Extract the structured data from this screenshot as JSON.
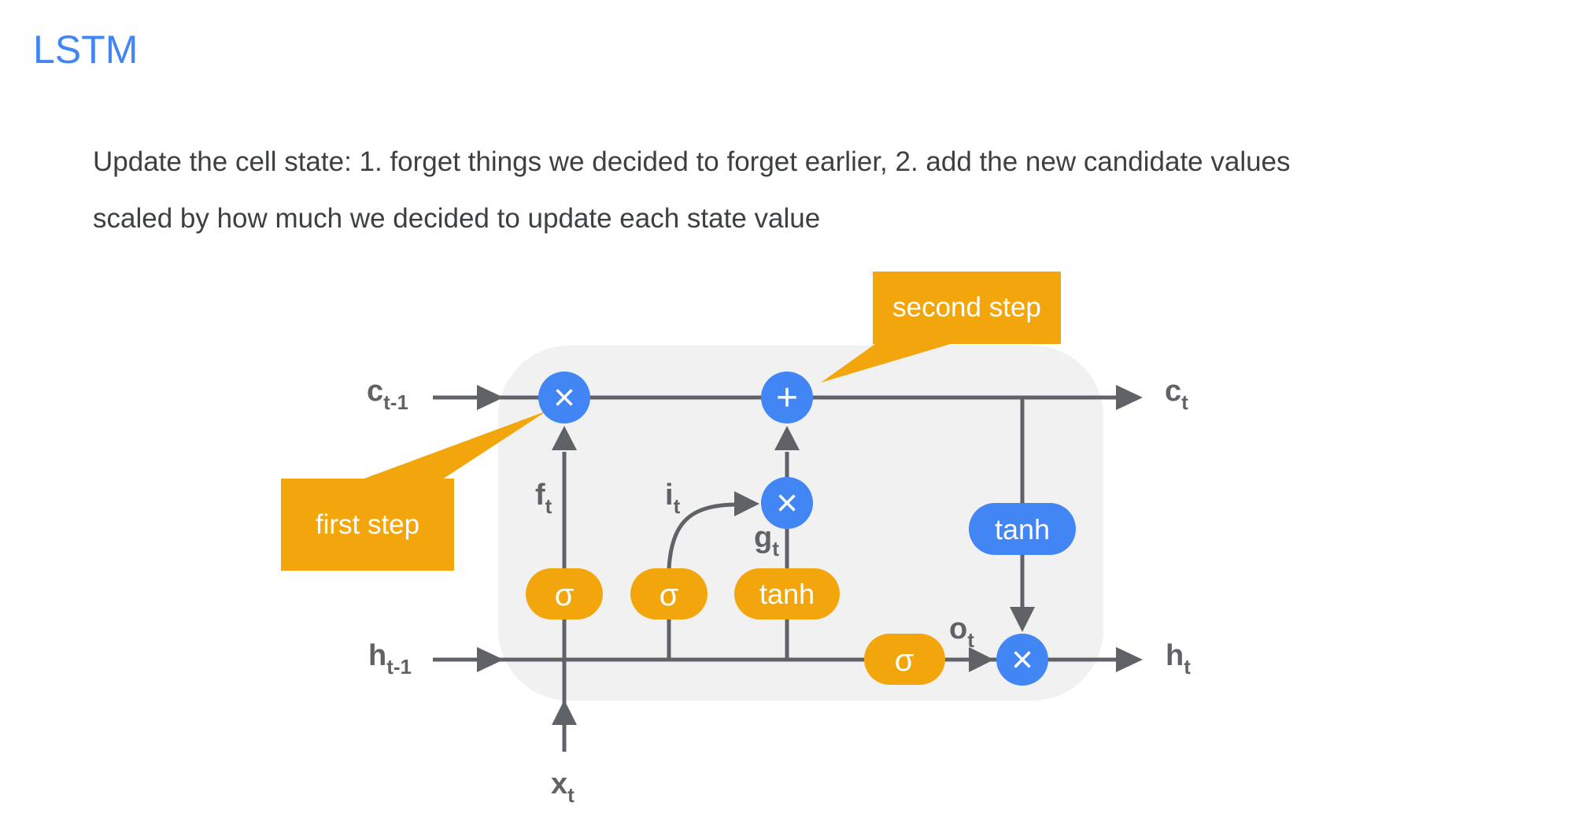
{
  "slide": {
    "title": "LSTM",
    "body_line1": "Update the cell state: 1.  forget things we decided to forget earlier, 2. add the new candidate values",
    "body_line2": "scaled by how much we decided to update each state value"
  },
  "diagram": {
    "callouts": {
      "first": "first step",
      "second": "second step"
    },
    "gates": {
      "sigma_forget": "σ",
      "sigma_input": "σ",
      "tanh_candidate": "tanh",
      "sigma_output": "σ",
      "tanh_output": "tanh"
    },
    "operators": {
      "forget_multiply": "×",
      "add": "+",
      "input_multiply": "×",
      "output_multiply": "×"
    },
    "labels": {
      "c_prev": {
        "main": "c",
        "sub": "t-1"
      },
      "c_next": {
        "main": "c",
        "sub": "t"
      },
      "h_prev": {
        "main": "h",
        "sub": "t-1"
      },
      "h_next": {
        "main": "h",
        "sub": "t"
      },
      "x_t": {
        "main": "x",
        "sub": "t"
      },
      "f_t": {
        "main": "f",
        "sub": "t"
      },
      "i_t": {
        "main": "i",
        "sub": "t"
      },
      "g_t": {
        "main": "g",
        "sub": "t"
      },
      "o_t": {
        "main": "o",
        "sub": "t"
      }
    },
    "colors": {
      "accent_blue": "#4285F4",
      "accent_orange": "#F2A60C",
      "line_gray": "#5F6368",
      "cell_background": "#F1F1F2",
      "body_text": "#3C4043"
    }
  }
}
